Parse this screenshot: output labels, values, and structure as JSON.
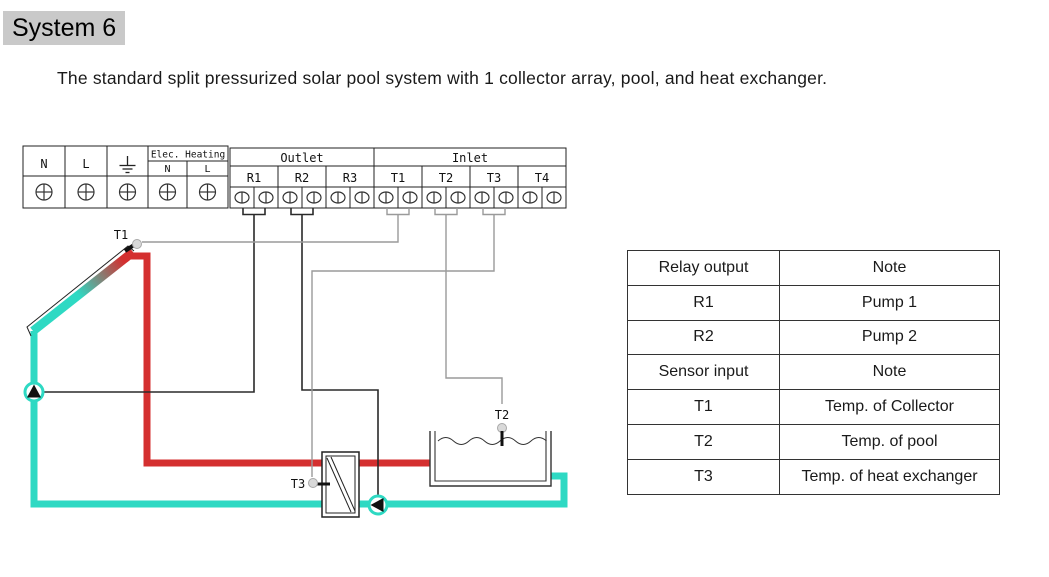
{
  "page": {
    "title": "System 6",
    "subtitle": "The standard split pressurized solar pool system with 1 collector array, pool, and heat exchanger."
  },
  "colors": {
    "highlight_bg": "#c9c9c9",
    "hot": "#d42f2f",
    "cold": "#2ed9c3",
    "sensor_wire": "#9a9a9a",
    "relay_wire": "#2a2a2a"
  },
  "terminal_block_left": {
    "n_label": "N",
    "l_label": "L",
    "ground_icon": "earth-ground-symbol",
    "elec_heating_label": "Elec. Heating",
    "eh_n_label": "N",
    "eh_l_label": "L"
  },
  "terminal_block_right": {
    "outlet_label": "Outlet",
    "inlet_label": "Inlet",
    "relay_channels": [
      "R1",
      "R2",
      "R3"
    ],
    "sensor_channels": [
      "T1",
      "T2",
      "T3",
      "T4"
    ]
  },
  "diagram": {
    "sensor_labels": {
      "t1": "T1",
      "t2": "T2",
      "t3": "T3"
    },
    "components": [
      "solar-collector",
      "pump-1",
      "pump-2",
      "heat-exchanger",
      "pool"
    ]
  },
  "table": {
    "rows": [
      {
        "col1": "Relay output",
        "col2": "Note"
      },
      {
        "col1": "R1",
        "col2": "Pump 1"
      },
      {
        "col1": "R2",
        "col2": "Pump 2"
      },
      {
        "col1": "Sensor input",
        "col2": "Note"
      },
      {
        "col1": "T1",
        "col2": "Temp. of Collector"
      },
      {
        "col1": "T2",
        "col2": "Temp. of pool"
      },
      {
        "col1": "T3",
        "col2": "Temp. of heat exchanger"
      }
    ]
  }
}
